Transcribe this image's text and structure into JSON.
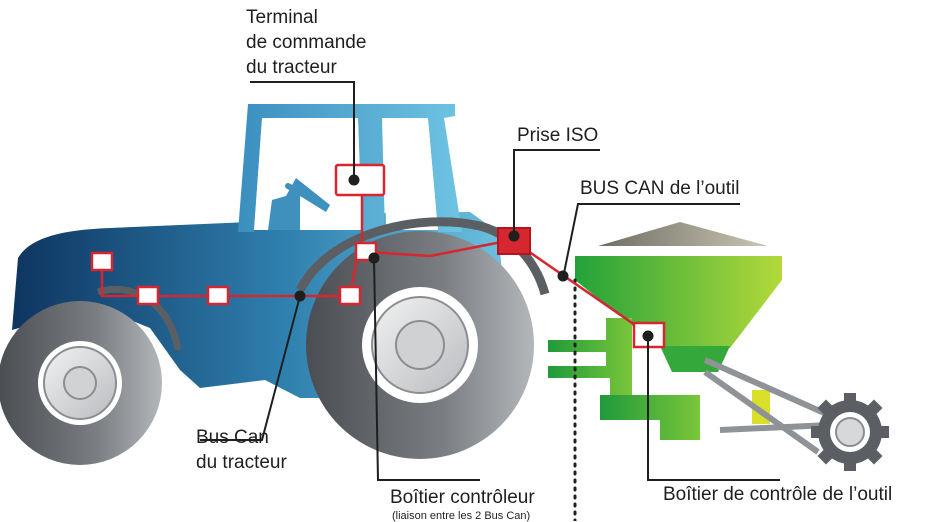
{
  "labels": {
    "terminal": [
      "Terminal",
      "de commande",
      "du tracteur"
    ],
    "prise_iso": "Prise ISO",
    "bus_can_outil": "BUS CAN de l’outil",
    "bus_can_tracteur": [
      "Bus Can",
      "du tracteur"
    ],
    "boitier_controleur": "Boîtier contrôleur",
    "boitier_controleur_note": "(liaison entre les 2 Bus Can)",
    "boitier_outil": "Boîtier de contrôle de l’outil"
  },
  "colors": {
    "tractor_dark": "#0e3560",
    "tractor_light": "#5ab4d6",
    "implement_green": "#2fae3a",
    "implement_light": "#a6d63a",
    "bus_red": "#d6262f",
    "tyre_grey": "#5b5f63"
  }
}
